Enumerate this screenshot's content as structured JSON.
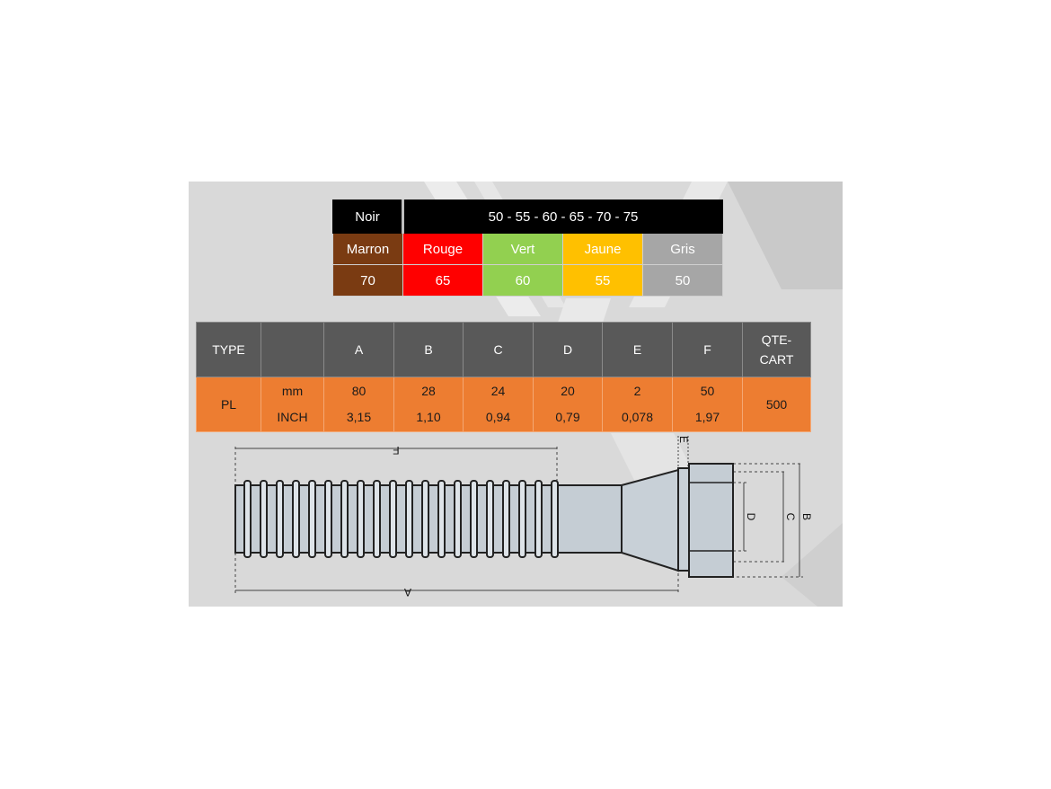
{
  "color_table": {
    "header_label": "Noir",
    "header_values": "50 - 55 - 60 - 65 - 70 - 75",
    "colors": [
      {
        "name": "Marron",
        "value": "70",
        "color": "#7a3b12"
      },
      {
        "name": "Rouge",
        "value": "65",
        "color": "#ff0000"
      },
      {
        "name": "Vert",
        "value": "60",
        "color": "#92d050"
      },
      {
        "name": "Jaune",
        "value": "55",
        "color": "#ffc000"
      },
      {
        "name": "Gris",
        "value": "50",
        "color": "#a6a6a6"
      }
    ]
  },
  "dimension_table": {
    "headers": {
      "type": "TYPE",
      "unit": "",
      "a": "A",
      "b": "B",
      "c": "C",
      "d": "D",
      "e": "E",
      "f": "F",
      "qte_line1": "QTE-",
      "qte_line2": "CART"
    },
    "row": {
      "type": "PL",
      "unit_mm": "mm",
      "unit_inch": "INCH",
      "a": {
        "mm": "80",
        "inch": "3,15"
      },
      "b": {
        "mm": "28",
        "inch": "1,10"
      },
      "c": {
        "mm": "24",
        "inch": "0,94"
      },
      "d": {
        "mm": "20",
        "inch": "0,79"
      },
      "e": {
        "mm": "2",
        "inch": "0,078"
      },
      "f": {
        "mm": "50",
        "inch": "1,97"
      },
      "qte": "500"
    },
    "header_color": "#595959",
    "row_color": "#ed7d31"
  },
  "drawing": {
    "labels": {
      "a": "A",
      "b": "B",
      "c": "C",
      "d": "D",
      "e": "E",
      "f": "F"
    }
  }
}
